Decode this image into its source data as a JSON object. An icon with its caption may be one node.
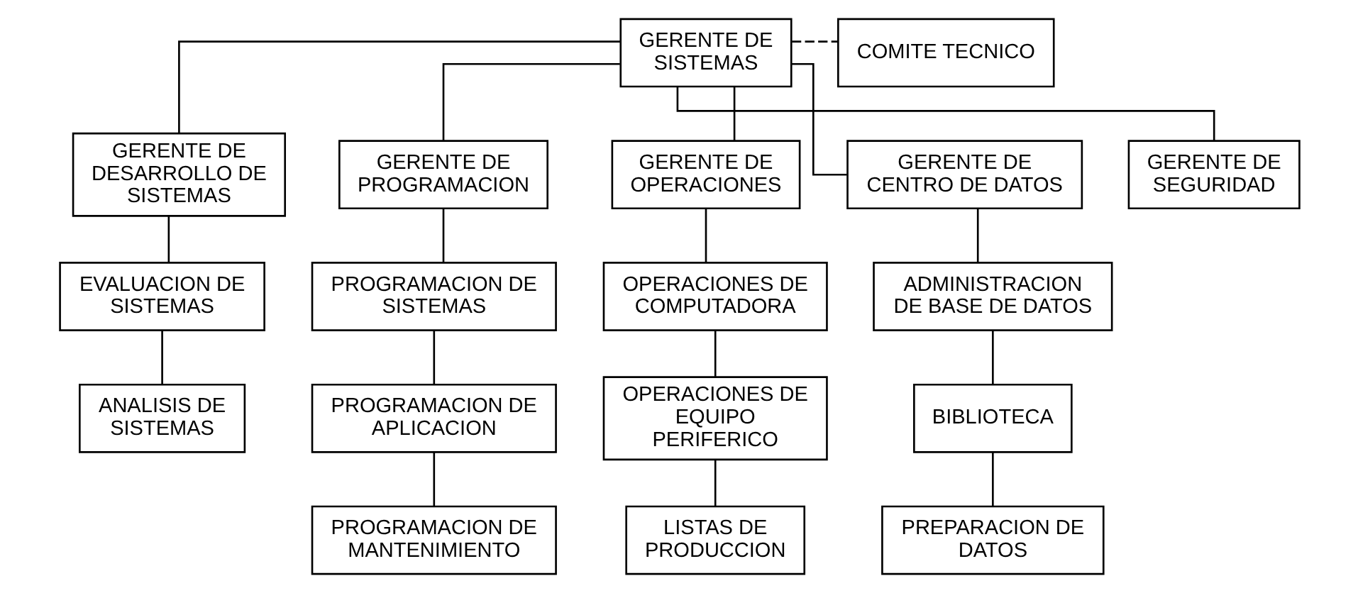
{
  "diagram": {
    "nodes": [
      {
        "text": [
          "GERENTE DE SISTEMAS"
        ]
      },
      {
        "text": [
          "COMITE TECNICO"
        ]
      },
      {
        "text": [
          "GERENTE DE DESARROLLO DE SISTEMAS"
        ]
      },
      {
        "text": [
          "GERENTE DE PROGRAMACION"
        ]
      },
      {
        "text": [
          "GERENTE DE OPERACIONES"
        ]
      },
      {
        "text": [
          "GERENTE DE CENTRO DE DATOS"
        ]
      },
      {
        "text": [
          "GERENTE DE SEGURIDAD"
        ]
      },
      {
        "text": [
          "EVALUACION DE SISTEMAS"
        ]
      },
      {
        "text": [
          "PROGRAMACION DE SISTEMAS"
        ]
      },
      {
        "text": [
          "OPERACIONES DE COMPUTADORA"
        ]
      },
      {
        "text": [
          "ADMINISTRACION DE BASE DE DATOS"
        ]
      },
      {
        "text": [
          "ANALISIS DE SISTEMAS"
        ]
      },
      {
        "text": [
          "PROGRAMACION DE APLICACION"
        ]
      },
      {
        "text": [
          "OPERACIONES DE EQUIPO PERIFERICO"
        ]
      },
      {
        "text": [
          "BIBLIOTECA"
        ]
      },
      {
        "text": [
          "PROGRAMACION DE MANTENIMIENTO"
        ]
      },
      {
        "text": [
          "LISTAS DE PRODUCCION"
        ]
      },
      {
        "text": [
          "PREPARACION DE DATOS"
        ]
      }
    ],
    "edges": [
      {
        "from": 0,
        "to": 1,
        "arrow": "none",
        "style": "dashed"
      },
      {
        "from": 0,
        "to": 2,
        "arrow": "none"
      },
      {
        "from": 0,
        "to": 3,
        "arrow": "none"
      },
      {
        "from": 0,
        "to": 4,
        "arrow": "none"
      },
      {
        "from": 0,
        "to": 5,
        "arrow": "none"
      },
      {
        "from": 0,
        "to": 6,
        "arrow": "none"
      },
      {
        "from": 2,
        "to": 7,
        "arrow": "none"
      },
      {
        "from": 7,
        "to": 11,
        "arrow": "none"
      },
      {
        "from": 3,
        "to": 8,
        "arrow": "none"
      },
      {
        "from": 8,
        "to": 12,
        "arrow": "none"
      },
      {
        "from": 12,
        "to": 15,
        "arrow": "none"
      },
      {
        "from": 4,
        "to": 9,
        "arrow": "none"
      },
      {
        "from": 9,
        "to": 13,
        "arrow": "none"
      },
      {
        "from": 13,
        "to": 16,
        "arrow": "none"
      },
      {
        "from": 5,
        "to": 10,
        "arrow": "none"
      },
      {
        "from": 10,
        "to": 14,
        "arrow": "none"
      },
      {
        "from": 14,
        "to": 17,
        "arrow": "none"
      }
    ]
  }
}
